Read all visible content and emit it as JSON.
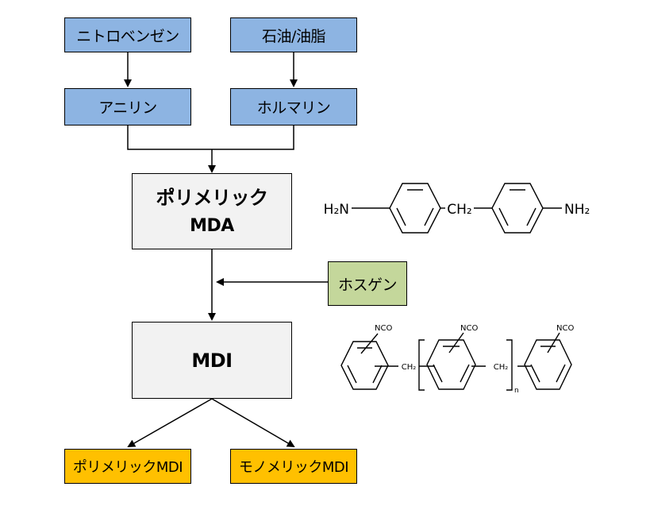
{
  "boxes": {
    "nitrobenzene": "ニトロベンゼン",
    "petroleum": "石油/油脂",
    "aniline": "アニリン",
    "formalin": "ホルマリン",
    "mda_line1": "ポリメリック",
    "mda_line2": "MDA",
    "phosgene": "ホスゲン",
    "mdi": "MDI",
    "polymeric_mdi": "ポリメリックMDI",
    "monomeric_mdi": "モノメリックMDI"
  },
  "mda_structure": {
    "left_group": "H₂N",
    "bridge": "CH₂",
    "right_group": "NH₂"
  },
  "mdi_structure": {
    "nco_1": "NCO",
    "nco_2": "NCO",
    "nco_3": "NCO",
    "ch2_1": "CH₂",
    "ch2_2": "CH₂",
    "subscript": "n"
  }
}
